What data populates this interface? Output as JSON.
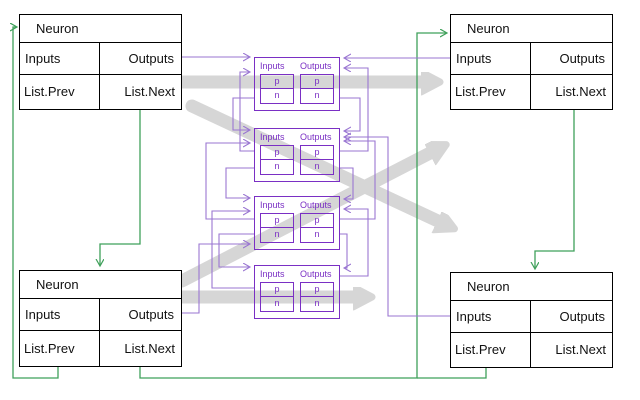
{
  "colors": {
    "green": "#3fa05a",
    "purple": "#9a76d2",
    "purple_dark": "#7a2fc4",
    "gray": "#d6d6d6"
  },
  "neuron_tl": {
    "title": "Neuron",
    "inputs": "Inputs",
    "outputs": "Outputs",
    "prev": "List.Prev",
    "next": "List.Next"
  },
  "neuron_tr": {
    "title": "Neuron",
    "inputs": "Inputs",
    "outputs": "Outputs",
    "prev": "List.Prev",
    "next": "List.Next"
  },
  "neuron_bl": {
    "title": "Neuron",
    "inputs": "Inputs",
    "outputs": "Outputs",
    "prev": "List.Prev",
    "next": "List.Next"
  },
  "neuron_br": {
    "title": "Neuron",
    "inputs": "Inputs",
    "outputs": "Outputs",
    "prev": "List.Prev",
    "next": "List.Next"
  },
  "links": [
    {
      "inputs_label": "Inputs",
      "outputs_label": "Outputs",
      "p": "p",
      "n": "n"
    },
    {
      "inputs_label": "Inputs",
      "outputs_label": "Outputs",
      "p": "p",
      "n": "n"
    },
    {
      "inputs_label": "Inputs",
      "outputs_label": "Outputs",
      "p": "p",
      "n": "n"
    },
    {
      "inputs_label": "Inputs",
      "outputs_label": "Outputs",
      "p": "p",
      "n": "n"
    }
  ]
}
